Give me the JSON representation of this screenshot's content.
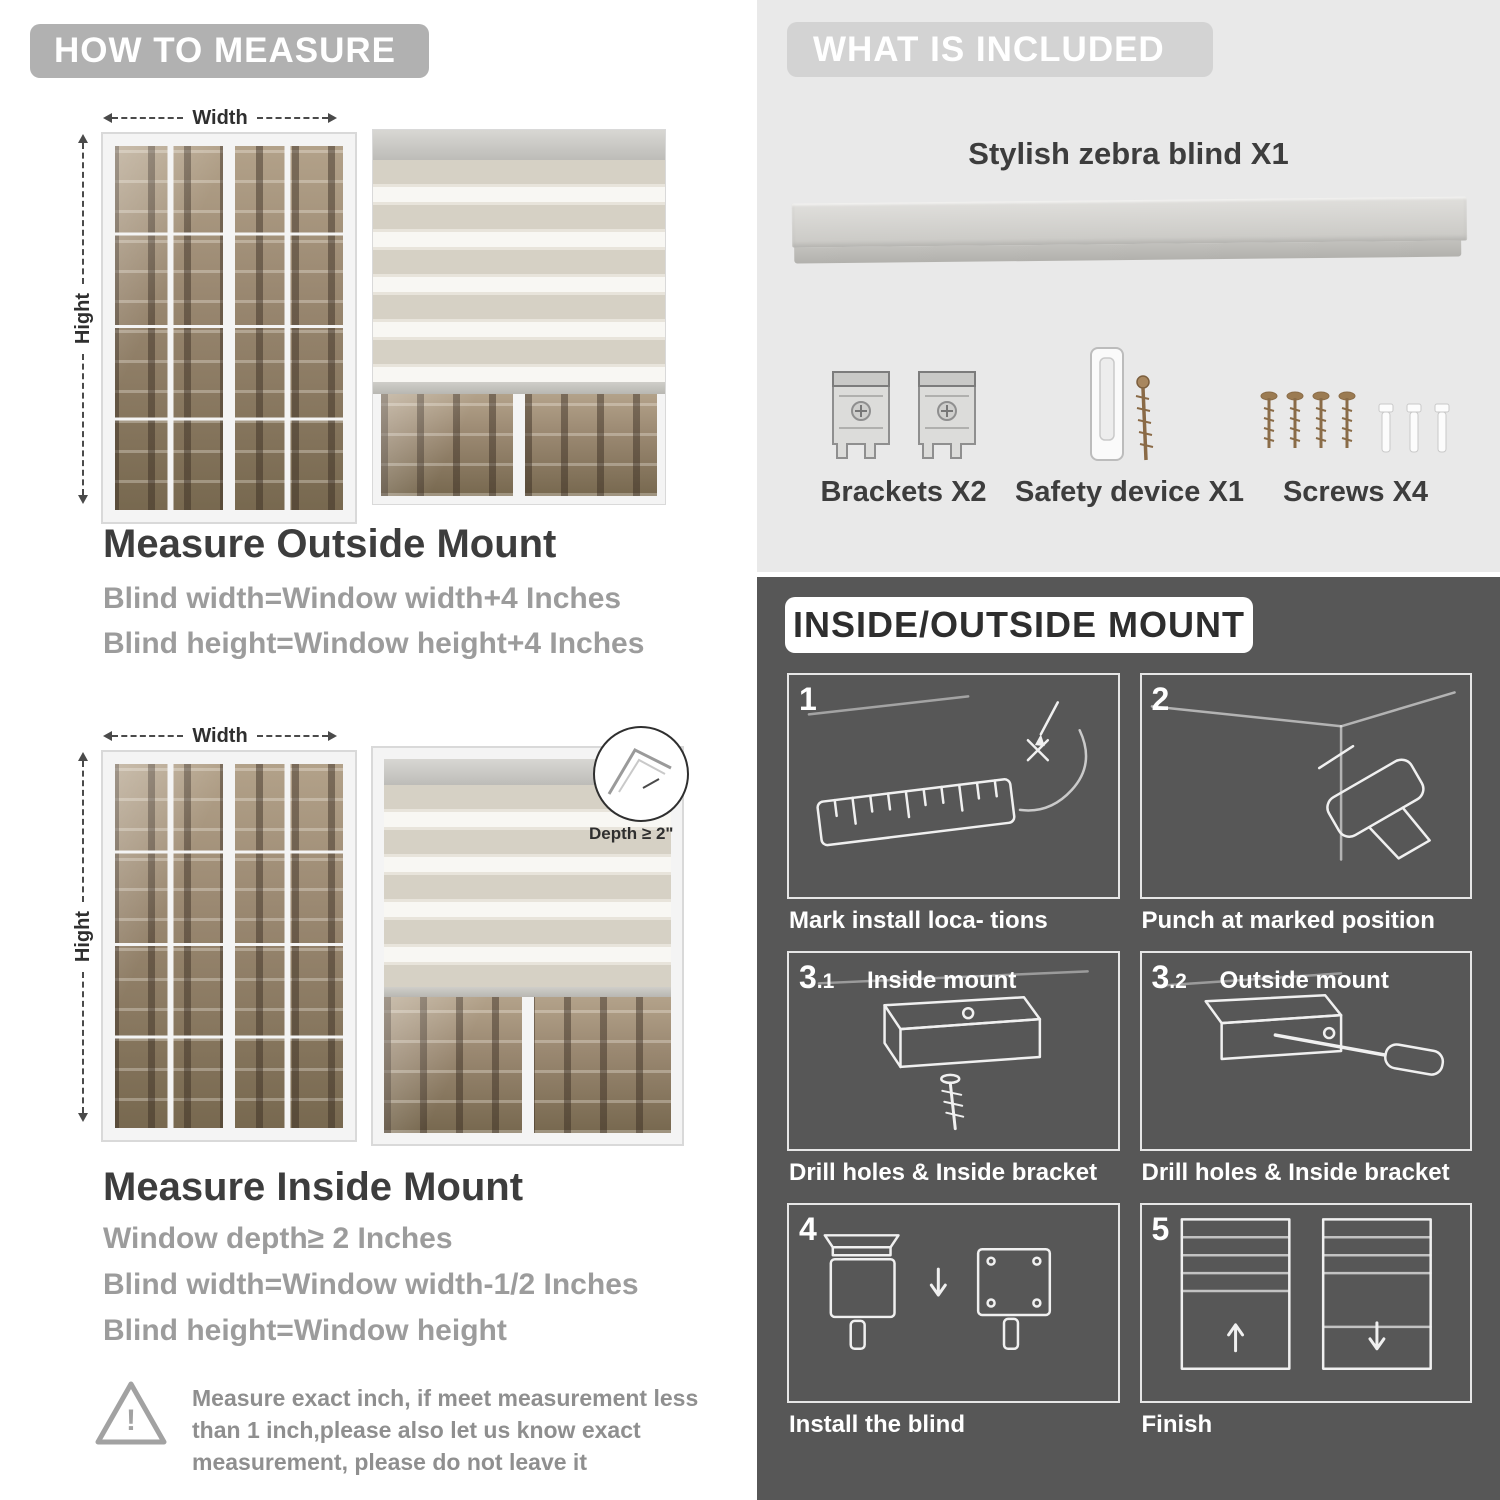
{
  "colors": {
    "banner_gray": "#b1b1b1",
    "panel_light": "#e9e9e9",
    "panel_dark": "#575757",
    "text_dark": "#3d3d3d",
    "text_gray": "#9c9c9c",
    "blind_beige": "#d6d1c5"
  },
  "left": {
    "banner": "HOW TO MEASURE",
    "outside": {
      "width_label": "Width",
      "height_label": "Hight",
      "title": "Measure Outside Mount",
      "lines": [
        "Blind width=Window width+4 Inches",
        "Blind height=Window height+4 Inches"
      ]
    },
    "inside": {
      "width_label": "Width",
      "height_label": "Hight",
      "depth_label": "Depth ≥ 2\"",
      "title": "Measure Inside Mount",
      "lines": [
        "Window depth≥ 2 Inches",
        "Blind width=Window width-1/2 Inches",
        "Blind height=Window height"
      ]
    },
    "warning": {
      "mark": "!",
      "text": "Measure exact inch, if meet measurement less\nthan 1 inch,please also let us know exact\nmeasurement, please do not leave it"
    }
  },
  "right": {
    "included": {
      "banner": "WHAT IS INCLUDED",
      "product_label": "Stylish zebra blind X1",
      "items": [
        {
          "label": "Brackets X2",
          "icon": "brackets-icon"
        },
        {
          "label": "Safety device X1",
          "icon": "safety-device-icon"
        },
        {
          "label": "Screws X4",
          "icon": "screws-icon"
        }
      ]
    },
    "mount": {
      "banner": "INSIDE/OUTSIDE MOUNT",
      "steps": [
        {
          "num": "1",
          "caption": "Mark install loca- tions"
        },
        {
          "num": "2",
          "caption": "Punch at  marked position"
        },
        {
          "num": "3",
          "num_small": ".1",
          "sub": "Inside mount",
          "caption": "Drill holes &  Inside bracket"
        },
        {
          "num": "3",
          "num_small": ".2",
          "sub": "Outside mount",
          "caption": "Drill holes &  Inside bracket"
        },
        {
          "num": "4",
          "caption": "Install the blind"
        },
        {
          "num": "5",
          "caption": "Finish"
        }
      ]
    }
  }
}
